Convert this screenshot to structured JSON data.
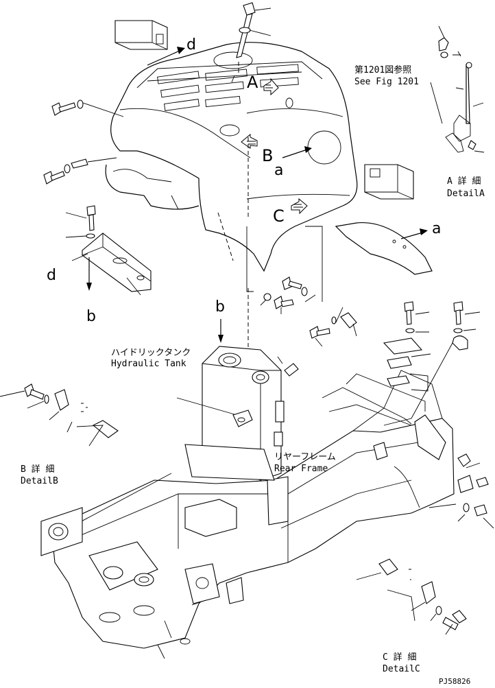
{
  "callouts": {
    "ref_fig_jp": "第1201図参照",
    "ref_fig_en": "See Fig 1201",
    "hyd_tank_jp": "ハイドリックタンク",
    "hyd_tank_en": "Hydraulic Tank",
    "rear_frame_jp": "リヤーフレーム",
    "rear_frame_en": "Rear Frame",
    "detail_a_jp": "A 詳 細",
    "detail_a_en": "DetailA",
    "detail_b_jp": "B 詳 細",
    "detail_b_en": "DetailB",
    "detail_c_jp": "C 詳 細",
    "detail_c_en": "DetailC",
    "letter_A": "A",
    "letter_B": "B",
    "letter_C": "C",
    "letter_a": "a",
    "letter_b": "b",
    "letter_d": "d"
  },
  "drawing_number": "PJ58826"
}
